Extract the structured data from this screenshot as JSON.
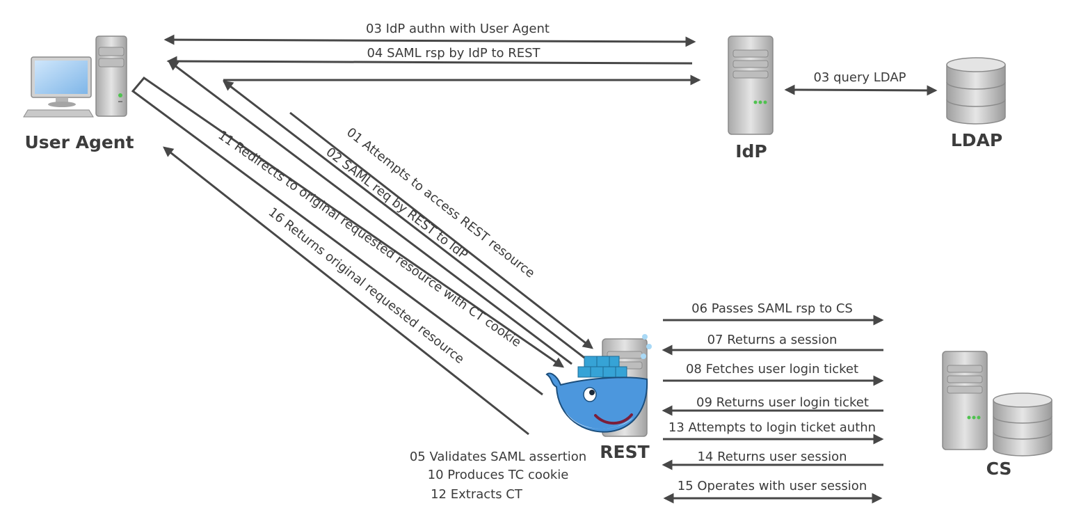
{
  "colors": {
    "arrow": "#474747",
    "text": "#3a3a3a",
    "server_body": "#c8c8c8",
    "monitor_screen": "#9cc8ef",
    "whale": "#4c97dd",
    "containers": "#36a3d6"
  },
  "nodes": {
    "user_agent": {
      "label": "User Agent",
      "icon": "desktop-computer-icon"
    },
    "idp": {
      "label": "IdP",
      "icon": "server-tower-icon"
    },
    "ldap": {
      "label": "LDAP",
      "icon": "database-icon"
    },
    "rest": {
      "label": "REST",
      "icon": "docker-whale-icon"
    },
    "cs": {
      "label": "CS",
      "icon": "server-database-icon"
    }
  },
  "messages": {
    "m03_idp_authn": "03 IdP authn with User Agent",
    "m04_saml_rsp": "04 SAML rsp by IdP to REST",
    "m03_query_ldap": "03 query LDAP",
    "m01_attempts": "01 Attempts to access REST resource",
    "m02_saml_req": "02 SAML req by REST to IdP",
    "m11_redirects": "11 Redirects to original requested resource with CT cookie",
    "m16_returns": "16 Returns original requested resource",
    "m06_passes": "06 Passes SAML rsp to CS",
    "m07_returns_session": "07 Returns a session",
    "m08_fetches": "08 Fetches user login ticket",
    "m09_returns_ticket": "09 Returns user login ticket",
    "m13_attempts_login": "13 Attempts to login ticket authn",
    "m14_returns_user_session": "14 Returns user session",
    "m15_operates": "15 Operates with user session"
  },
  "rest_notes": [
    "05 Validates SAML assertion",
    "10 Produces TC cookie",
    "12 Extracts CT"
  ]
}
